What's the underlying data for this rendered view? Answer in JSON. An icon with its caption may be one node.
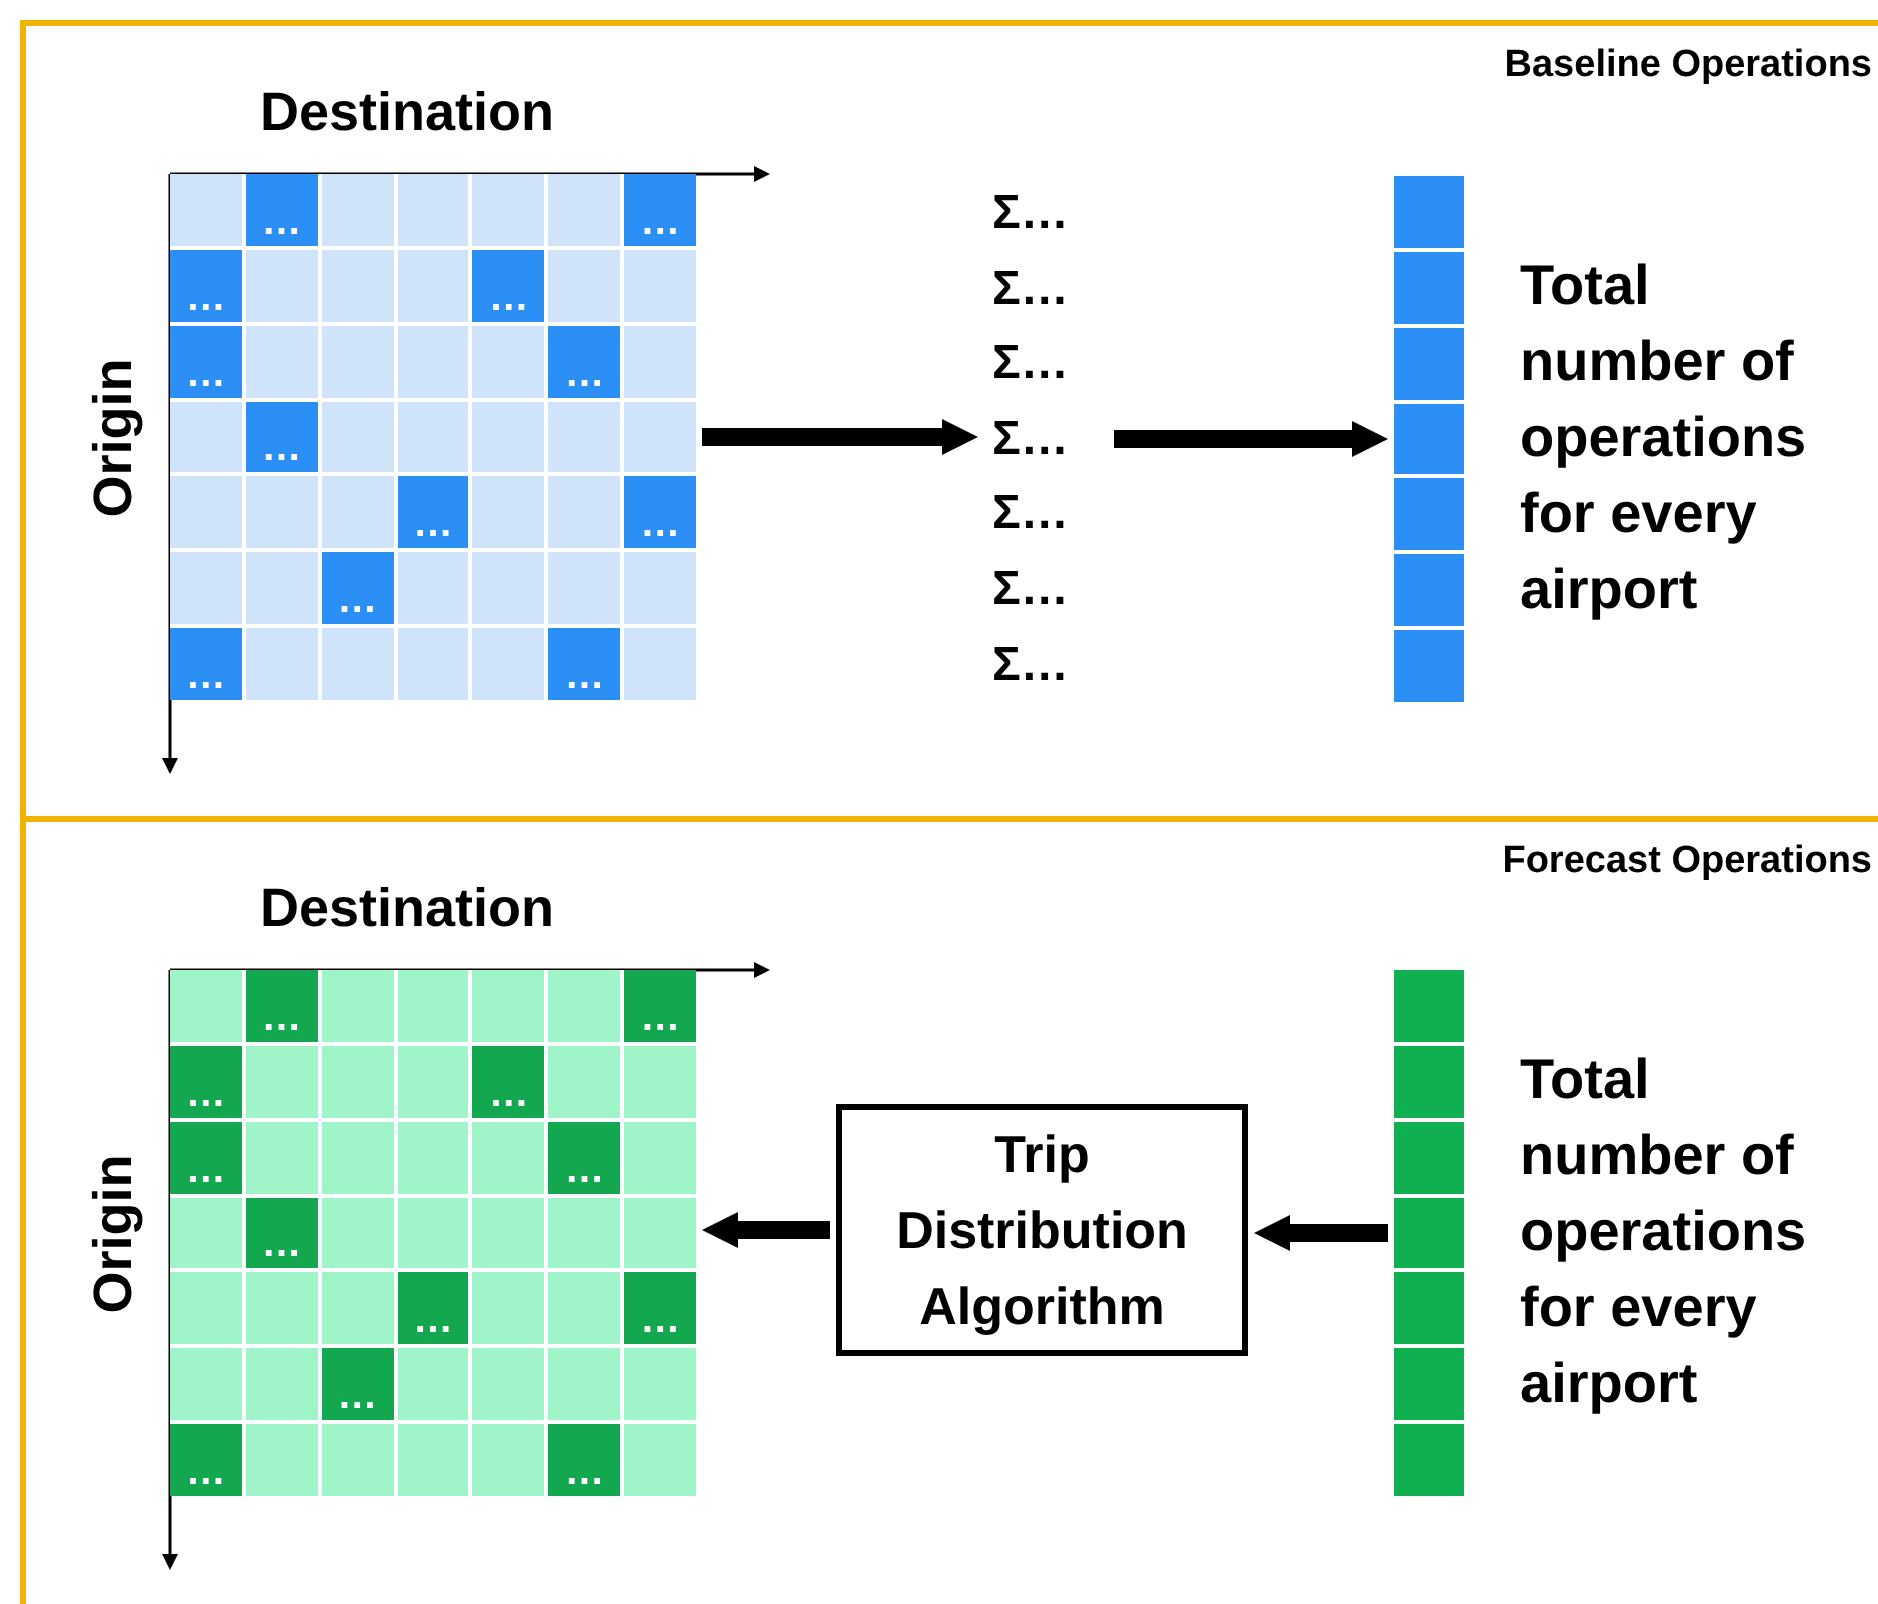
{
  "diagram": {
    "nodes": [
      {
        "text": [
          "Baseline Operations"
        ]
      },
      {
        "text": [
          "…",
          "…",
          "…",
          "…",
          "…",
          "…",
          "…",
          "…",
          "…",
          "…",
          "…",
          "…"
        ],
        "beside": [
          "Destination",
          "Origin"
        ],
        "in": 0
      },
      {
        "text": [
          "Σ…",
          "Σ…",
          "Σ…",
          "Σ…",
          "Σ…",
          "Σ…",
          "Σ…"
        ],
        "in": 0
      },
      {
        "text": [],
        "shape": "bar",
        "beside": [
          "Total number of operations for every airport"
        ],
        "in": 0
      },
      {
        "text": [
          "Forecast Operations"
        ]
      },
      {
        "text": [
          "…",
          "…",
          "…",
          "…",
          "…",
          "…",
          "…",
          "…",
          "…",
          "…",
          "…",
          "…"
        ],
        "beside": [
          "Destination",
          "Origin"
        ],
        "in": 4
      },
      {
        "text": [
          "Trip Distribution Algorithm"
        ],
        "in": 4
      },
      {
        "text": [],
        "shape": "bar",
        "beside": [
          "Total number of operations for every airport"
        ],
        "in": 4
      }
    ],
    "edges": [
      {
        "from": 1,
        "to": 2,
        "arrow": "to"
      },
      {
        "from": 2,
        "to": 3,
        "arrow": "to"
      },
      {
        "from": 7,
        "to": 6,
        "arrow": "to"
      },
      {
        "from": 6,
        "to": 5,
        "arrow": "to"
      }
    ]
  }
}
